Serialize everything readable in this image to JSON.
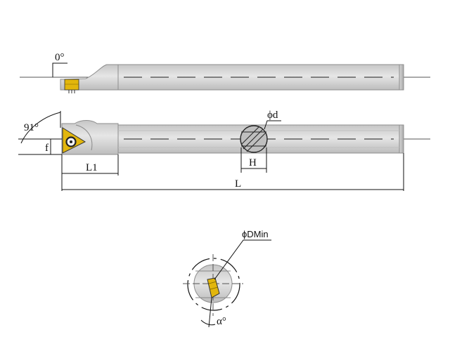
{
  "labels": {
    "side_angle": "0°",
    "lead_angle": "91°",
    "offset": "f",
    "head_length": "L1",
    "overall_length": "L",
    "shank_diameter": "ϕd",
    "flat_height": "H",
    "min_bore": "ϕDMin",
    "clearance_angle": "α°"
  },
  "colors": {
    "shank_fill": "#d2d2d2",
    "shank_edge": "#9a9a9a",
    "insert_yellow": "#e2b60c",
    "line": "#111111",
    "centerline": "#555555"
  }
}
